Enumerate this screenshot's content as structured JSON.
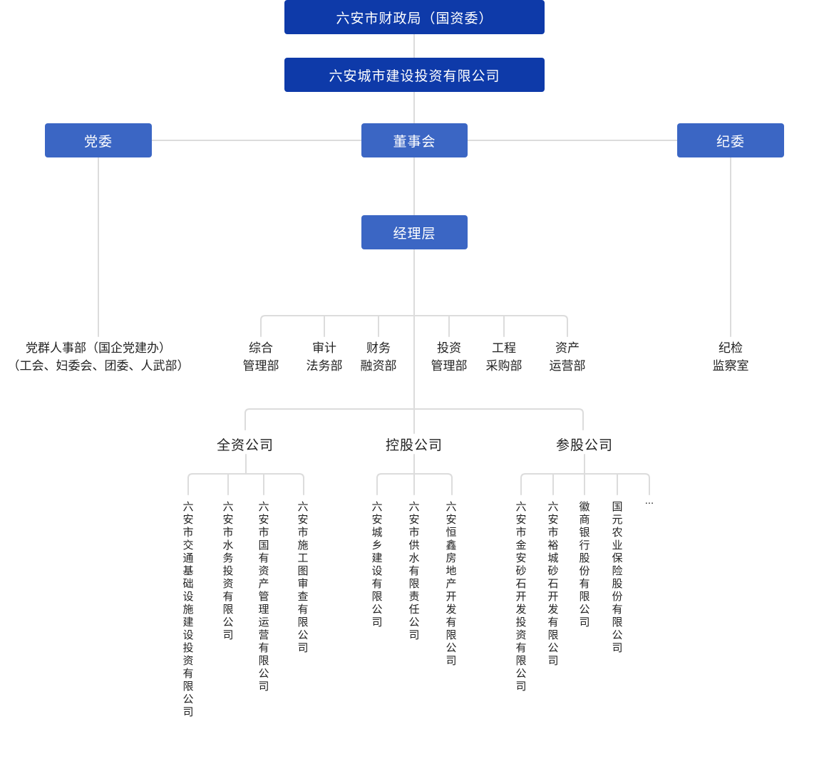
{
  "top": {
    "finance_bureau": "六安市财政局（国资委）",
    "company": "六安城市建设投资有限公司"
  },
  "governance": {
    "party": "党委",
    "board": "董事会",
    "discipline": "纪委",
    "management": "经理层"
  },
  "departments": {
    "party_hr": [
      "党群人事部（国企党建办）",
      "（工会、妇委会、团委、人武部）"
    ],
    "general": [
      "综合",
      "管理部"
    ],
    "audit": [
      "审计",
      "法务部"
    ],
    "finance": [
      "财务",
      "融资部"
    ],
    "invest": [
      "投资",
      "管理部"
    ],
    "engineering": [
      "工程",
      "采购部"
    ],
    "asset": [
      "资产",
      "运营部"
    ],
    "inspection": [
      "纪检",
      "监察室"
    ]
  },
  "categories": {
    "wholly_owned": "全资公司",
    "holding": "控股公司",
    "shareholding": "参股公司"
  },
  "subsidiaries": {
    "wholly_owned": [
      "六安市交通基础设施建设投资有限公司",
      "六安市水务投资有限公司",
      "六安市国有资产管理运营有限公司",
      "六安市施工图审查有限公司"
    ],
    "holding": [
      "六安城乡建设有限公司",
      "六安市供水有限责任公司",
      "六安恒鑫房地产开发有限公司"
    ],
    "shareholding": [
      "六安市金安砂石开发投资有限公司",
      "六安市裕城砂石开发有限公司",
      "徽商银行股份有限公司",
      "国元农业保险股份有限公司",
      "···"
    ]
  },
  "colors": {
    "dark_box": "#0e3aa9",
    "light_box": "#3b66c4",
    "connector": "#dcdcdc"
  }
}
